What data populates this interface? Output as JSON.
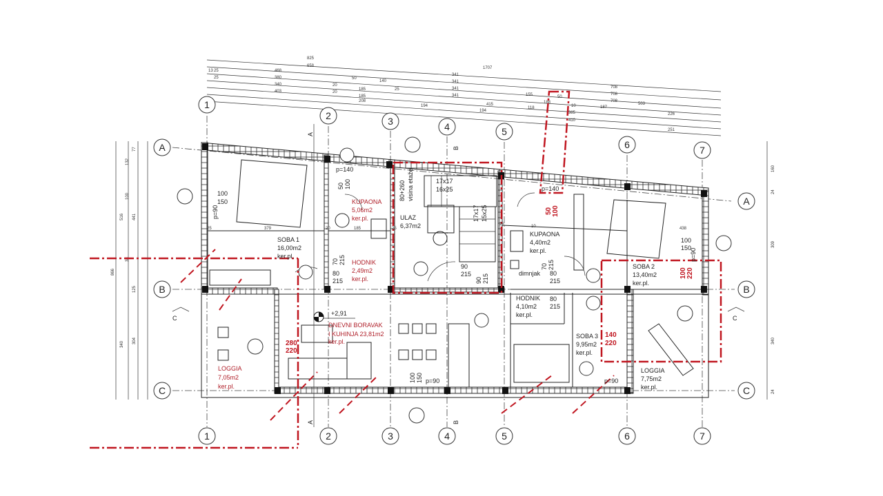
{
  "plan": {
    "axes_vertical": [
      "1",
      "2",
      "3",
      "4",
      "5",
      "6",
      "7"
    ],
    "axes_horizontal": [
      "A",
      "B",
      "C"
    ],
    "sections": [
      "A",
      "B",
      "C"
    ],
    "elevation": "+2,91",
    "rooms": [
      {
        "name": "SOBA 1",
        "area": "16,00m2",
        "floor": "ker.pl."
      },
      {
        "name": "KUPAONA",
        "area": "5,06m2",
        "floor": "ker.pl."
      },
      {
        "name": "HODNIK",
        "area": "2,49m2",
        "floor": "ker.pl."
      },
      {
        "name": "ULAZ",
        "area": "6,37m2"
      },
      {
        "name": "KUPAONA",
        "area": "4,40m2",
        "floor": "ker.pl."
      },
      {
        "name": "HODNIK",
        "area": "4,10m2",
        "floor": "ker.pl."
      },
      {
        "name": "SOBA 2",
        "area": "13,40m2",
        "floor": "ker.pl."
      },
      {
        "name": "SOBA 3",
        "area": "9,95m2",
        "floor": "ker.pl."
      },
      {
        "name": "LOGGIA",
        "area": "7,75m2",
        "floor": "ker.pl."
      },
      {
        "name": "LOGGIA",
        "area": "7,05m2",
        "floor": "ker.pl."
      },
      {
        "name": "DNEVNI BORAVAK",
        "area": "I KUHINJA 23,81m2",
        "floor": "ker.pl."
      }
    ],
    "labels": {
      "chimney": "dimnjak",
      "floor_height": "80+260",
      "floor_height_note": "visina etaže",
      "stair1a": "17x17",
      "stair1b": "16x25",
      "stair2a": "17x17",
      "stair2b": "15x25"
    },
    "openings": {
      "w_left_a": "100",
      "w_left_b": "150",
      "w_left_p": "p=90",
      "w_bath_p": "p=140",
      "w_bath_a": "50",
      "w_bath_b": "100",
      "d_hod1_a": "70",
      "d_hod1_b": "215",
      "d_soba1_a": "80",
      "d_soba1_b": "215",
      "d_ulaz_a": "90",
      "d_ulaz_b": "215",
      "d_ulaz2_a": "90",
      "d_ulaz2_b": "215",
      "w_bath2_a": "50",
      "w_bath2_b": "100",
      "w_bath2_p": "p=140",
      "d_bath2_a": "70",
      "d_bath2_b": "215",
      "d_s2_a": "80",
      "d_s2_b": "215",
      "d_s3_a": "80",
      "d_s3_b": "215",
      "w_right_a": "100",
      "w_right_b": "150",
      "w_right_p": "p=90",
      "d_s2_red_a": "100",
      "d_s2_red_b": "220",
      "d_s3_red_a": "140",
      "d_s3_red_b": "220",
      "d_liv_red_a": "280",
      "d_liv_red_b": "220",
      "w_kitchen_a": "100",
      "w_kitchen_b": "150",
      "w_kitchen_p": "p=90",
      "w_s3_p": "p=90"
    },
    "dims_top": [
      "825",
      "1707",
      "658",
      "341",
      "708",
      "468",
      "341",
      "708",
      "380",
      "50",
      "140",
      "341",
      "155",
      "50",
      "708",
      "340",
      "185",
      "341",
      "188",
      "10",
      "187",
      "503",
      "403",
      "208",
      "185",
      "415",
      "118",
      "385",
      "226",
      "194",
      "194",
      "410",
      "251",
      "13",
      "25",
      "25",
      "20",
      "20",
      "25"
    ],
    "dims_inner": [
      "379",
      "185",
      "438",
      "25",
      "25",
      "20",
      "25",
      "10"
    ],
    "dims_left": [
      "516",
      "441",
      "100",
      "132",
      "77",
      "38",
      "125",
      "340",
      "304",
      "866"
    ],
    "dims_right": [
      "160",
      "24",
      "309",
      "340",
      "24"
    ]
  },
  "colors": {
    "wall": "#222222",
    "annotation_red": "#c0151f"
  }
}
